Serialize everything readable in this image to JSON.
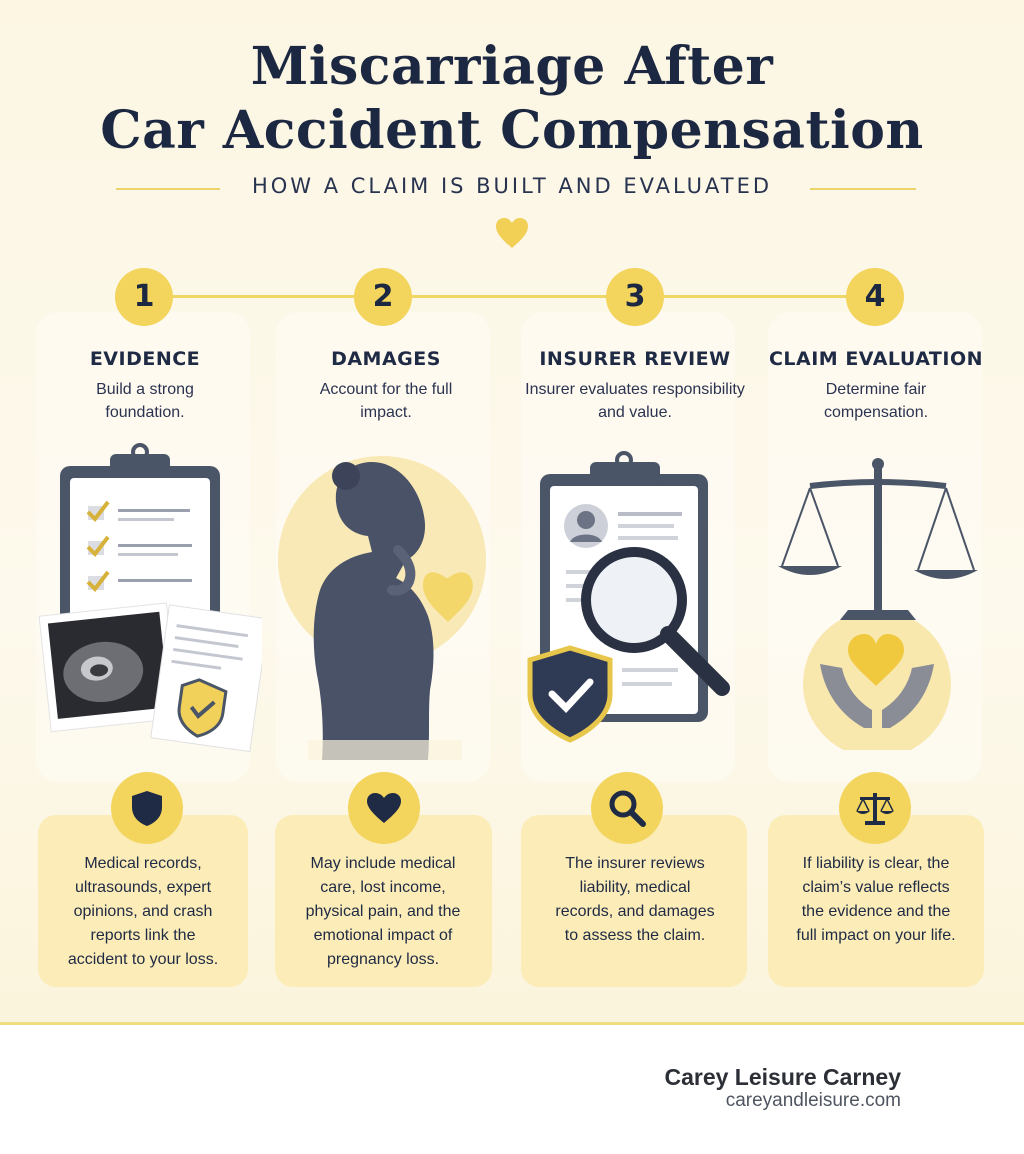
{
  "header": {
    "title_line1": "Miscarriage After",
    "title_line2": "Car Accident Compensation",
    "subtitle": "HOW A CLAIM IS BUILT AND EVALUATED"
  },
  "steps": [
    {
      "number": "1",
      "title": "EVIDENCE",
      "subtitle": "Build a strong foundation.",
      "icon": "shield-icon",
      "illustration": "clipboard-checklist-ultrasound-report",
      "description": "Medical records, ultrasounds, expert opinions, and crash reports link the accident to your loss."
    },
    {
      "number": "2",
      "title": "DAMAGES",
      "subtitle": "Account for the full impact.",
      "icon": "heart-icon",
      "illustration": "grieving-pregnant-woman-silhouette",
      "description": "May include medical care, lost income, physical pain, and the emotional impact of pregnancy loss."
    },
    {
      "number": "3",
      "title": "INSURER REVIEW",
      "subtitle": "Insurer evaluates responsibility and value.",
      "icon": "magnifier-icon",
      "illustration": "clipboard-profile-magnifier-shield",
      "description": "The insurer reviews liability, medical records, and damages to assess the claim."
    },
    {
      "number": "4",
      "title": "CLAIM EVALUATION",
      "subtitle": "Determine fair compensation.",
      "icon": "scales-icon",
      "illustration": "balance-scales-hands-heart",
      "description": "If liability is clear, the claim’s value reflects the evidence and the full impact on your life."
    }
  ],
  "footer": {
    "brand": "Carey Leisure Carney",
    "url": "careyandleisure.com"
  },
  "colors": {
    "background": "#fdf8e6",
    "accent_yellow": "#f3d45d",
    "card": "#fbecb8",
    "navy": "#1c2841",
    "slate": "#4a5568"
  }
}
